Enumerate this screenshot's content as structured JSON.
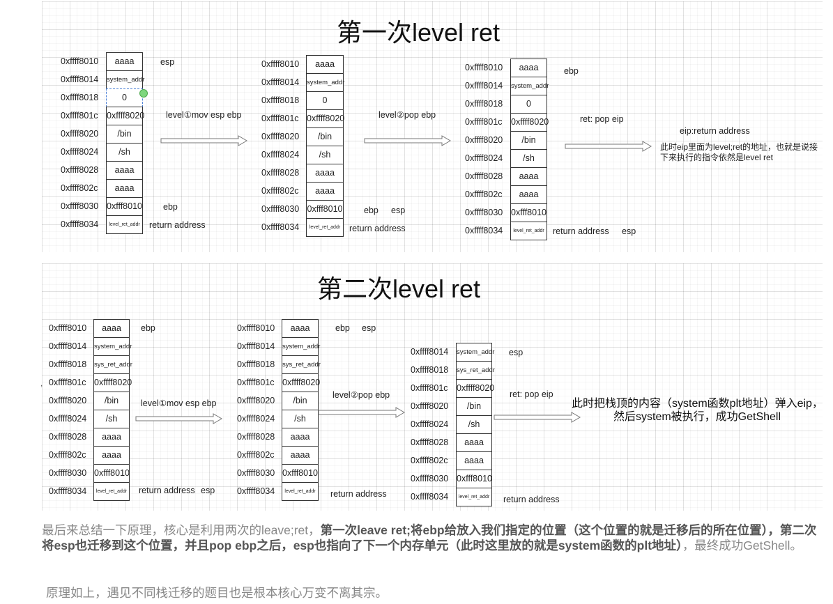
{
  "diagram1": {
    "title": "第一次level ret",
    "stack1": {
      "addresses": [
        "0xffff8010",
        "0xffff8014",
        "0xffff8018",
        "0xffff801c",
        "0xffff8020",
        "0xffff8024",
        "0xffff8028",
        "0xffff802c",
        "0xffff8030",
        "0xffff8034"
      ],
      "cells": [
        "aaaa",
        "system_addr",
        "0",
        "0xffff8020",
        "/bin",
        "/sh",
        "aaaa",
        "aaaa",
        "0xfff8010",
        "level_ret_addr"
      ],
      "labels": {
        "esp": "esp",
        "ebp": "ebp",
        "ret": "return address"
      }
    },
    "arrow1_label": "level①mov esp ebp",
    "stack2": {
      "addresses": [
        "0xffff8010",
        "0xffff8014",
        "0xffff8018",
        "0xffff801c",
        "0xffff8020",
        "0xffff8024",
        "0xffff8028",
        "0xffff802c",
        "0xffff8030",
        "0xffff8034"
      ],
      "cells": [
        "aaaa",
        "system_addr",
        "0",
        "0xffff8020",
        "/bin",
        "/sh",
        "aaaa",
        "aaaa",
        "0xfff8010",
        "level_ret_addr"
      ],
      "labels": {
        "ebp": "ebp",
        "esp": "esp",
        "ret": "return address"
      }
    },
    "arrow2_label": "level②pop ebp",
    "stack3": {
      "addresses": [
        "0xffff8010",
        "0xffff8014",
        "0xffff8018",
        "0xffff801c",
        "0xffff8020",
        "0xffff8024",
        "0xffff8028",
        "0xffff802c",
        "0xffff8030",
        "0xffff8034"
      ],
      "cells": [
        "aaaa",
        "system_addr",
        "0",
        "0xffff8020",
        "/bin",
        "/sh",
        "aaaa",
        "aaaa",
        "0xfff8010",
        "level_ret_addr"
      ],
      "labels": {
        "ebp": "ebp",
        "ret": "return address",
        "esp": "esp"
      }
    },
    "arrow3_label": "ret: pop eip",
    "eip_label": "eip:return address",
    "note": "此时eip里面为level;ret的地址，也就是说接下来执行的指令依然是level ret"
  },
  "diagram2": {
    "title": "第二次level ret",
    "stack1": {
      "addresses": [
        "0xffff8010",
        "0xffff8014",
        "0xffff8018",
        "0xffff801c",
        "0xffff8020",
        "0xffff8024",
        "0xffff8028",
        "0xffff802c",
        "0xffff8030",
        "0xffff8034"
      ],
      "cells": [
        "aaaa",
        "system_addr",
        "sys_ret_addr",
        "0xffff8020",
        "/bin",
        "/sh",
        "aaaa",
        "aaaa",
        "0xfff8010",
        "level_ret_addr"
      ],
      "labels": {
        "ebp": "ebp",
        "ret": "return address",
        "esp": "esp"
      }
    },
    "arrow1_label": "level①mov esp ebp",
    "stack2": {
      "addresses": [
        "0xffff8010",
        "0xffff8014",
        "0xffff8018",
        "0xffff801c",
        "0xffff8020",
        "0xffff8024",
        "0xffff8028",
        "0xffff802c",
        "0xffff8030",
        "0xffff8034"
      ],
      "cells": [
        "aaaa",
        "system_addr",
        "sys_ret_addr",
        "0xffff8020",
        "/bin",
        "/sh",
        "aaaa",
        "aaaa",
        "0xfff8010",
        "level_ret_addr"
      ],
      "labels": {
        "ebp": "ebp",
        "esp": "esp",
        "ret": "return address"
      }
    },
    "arrow2_label": "level②pop ebp",
    "stack3": {
      "addresses": [
        "0xffff8014",
        "0xffff8018",
        "0xffff801c",
        "0xffff8020",
        "0xffff8024",
        "0xffff8028",
        "0xffff802c",
        "0xffff8030",
        "0xffff8034"
      ],
      "cells": [
        "system_addr",
        "sys_ret_addr",
        "0xffff8020",
        "/bin",
        "/sh",
        "aaaa",
        "aaaa",
        "0xfff8010",
        "level_ret_addr"
      ],
      "labels": {
        "esp": "esp",
        "ret": "return address"
      }
    },
    "arrow3_label": "ret: pop eip",
    "note": [
      "此时把栈顶的内容（system函数plt地址）弹入eip，",
      "然后system被执行，成功GetShell"
    ]
  },
  "paragraph1": {
    "plain1": "最后来总结一下原理，核心是利用两次的leave;ret，",
    "bold": "第一次leave ret;将ebp给放入我们指定的位置（这个位置的就是迁移后的所在位置），第二次将esp也迁移到这个位置，并且pop ebp之后，esp也指向了下一个内存单元（此时这里放的就是system函数的plt地址）",
    "plain2": "，最终成功GetShell。"
  },
  "paragraph2": "原理如上，遇见不同栈迁移的题目也是根本核心万变不离其宗。",
  "stray_mark": ","
}
